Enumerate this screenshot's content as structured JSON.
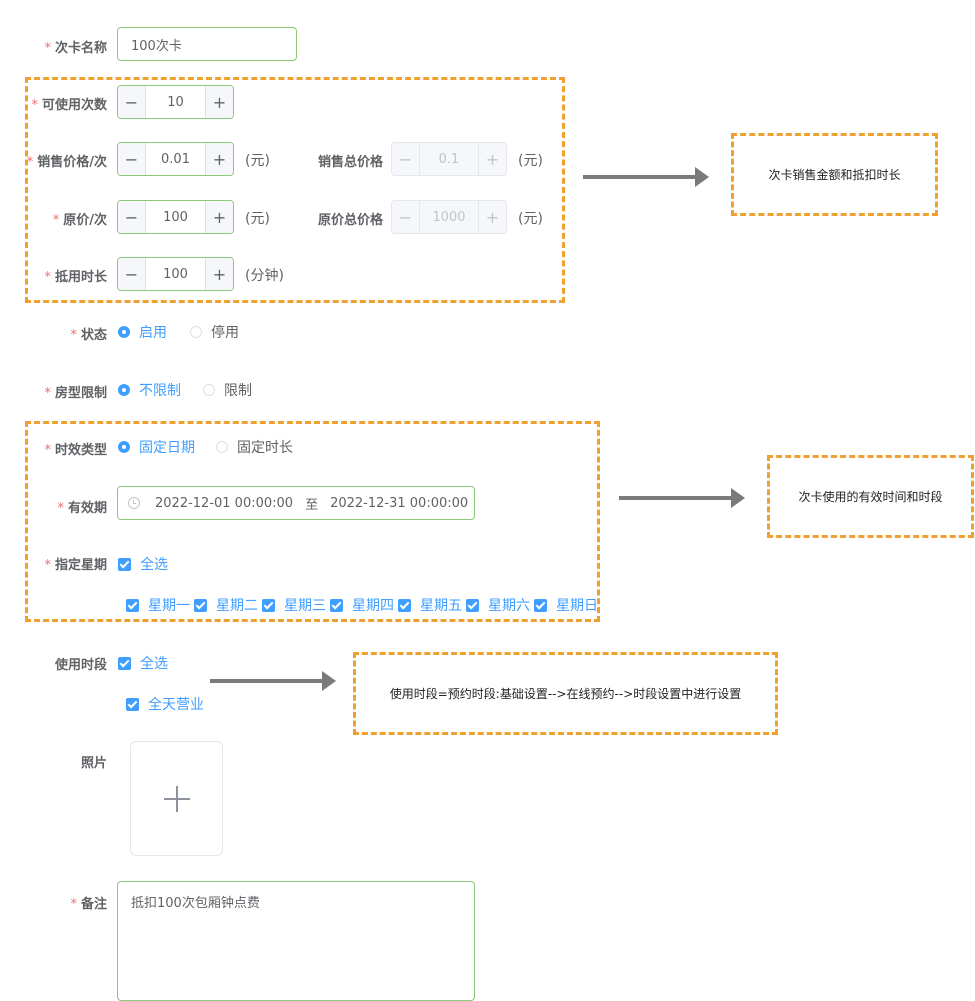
{
  "form": {
    "name": {
      "label": "次卡名称",
      "value": "100次卡"
    },
    "use_count": {
      "label": "可使用次数",
      "value": "10"
    },
    "price_per": {
      "label": "销售价格/次",
      "value": "0.01",
      "unit": "(元)"
    },
    "total_price": {
      "label": "销售总价格",
      "value": "0.1",
      "unit": "(元)"
    },
    "orig_per": {
      "label": "原价/次",
      "value": "100",
      "unit": "(元)"
    },
    "orig_total": {
      "label": "原价总价格",
      "value": "1000",
      "unit": "(元)"
    },
    "duration": {
      "label": "抵用时长",
      "value": "100",
      "unit": "(分钟)"
    },
    "status": {
      "label": "状态",
      "options": [
        "启用",
        "停用"
      ],
      "selected": "启用"
    },
    "room_limit": {
      "label": "房型限制",
      "options": [
        "不限制",
        "限制"
      ],
      "selected": "不限制"
    },
    "validity_type": {
      "label": "时效类型",
      "options": [
        "固定日期",
        "固定时长"
      ],
      "selected": "固定日期"
    },
    "valid_period": {
      "label": "有效期",
      "start": "2022-12-01 00:00:00",
      "sep": "至",
      "end": "2022-12-31 00:00:00"
    },
    "weekdays": {
      "label": "指定星期",
      "all": "全选",
      "days": [
        "星期一",
        "星期二",
        "星期三",
        "星期四",
        "星期五",
        "星期六",
        "星期日"
      ]
    },
    "time_slots": {
      "label": "使用时段",
      "all": "全选",
      "all_day": "全天营业"
    },
    "photo": {
      "label": "照片"
    },
    "remark": {
      "label": "备注",
      "value": "抵扣100次包厢钟点费"
    }
  },
  "annotations": {
    "note1": "次卡销售金额和抵扣时长",
    "note2": "次卡使用的有效时间和时段",
    "note3": "使用时段=预约时段:基础设置-->在线预约-->时段设置中进行设置"
  },
  "colors": {
    "accent": "#409eff",
    "required": "#f56c6c",
    "highlight": "#f0a030",
    "arrow": "#7a7a7a",
    "input_border": "#8cc97a"
  }
}
